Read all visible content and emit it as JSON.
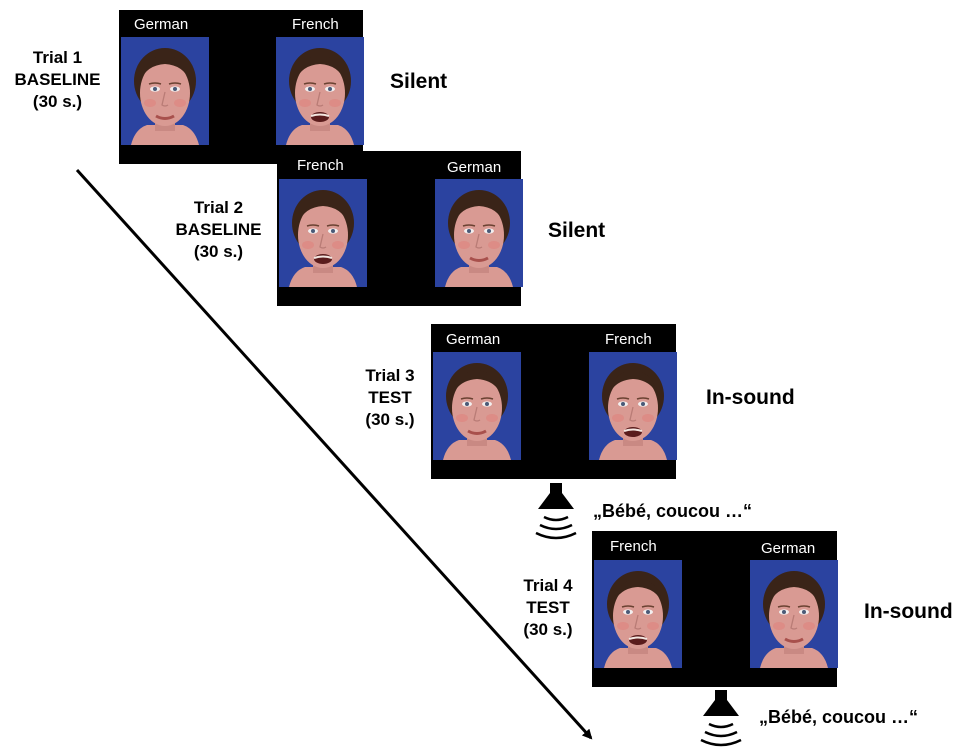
{
  "trials": [
    {
      "title": "Trial 1",
      "type": "BASELINE",
      "duration": "(30 s.)",
      "left_label": "German",
      "right_label": "French",
      "left_mouth": "closed",
      "right_mouth": "open",
      "condition": "Silent",
      "quote": ""
    },
    {
      "title": "Trial 2",
      "type": "BASELINE",
      "duration": "(30 s.)",
      "left_label": "French",
      "right_label": "German",
      "left_mouth": "open",
      "right_mouth": "closed",
      "condition": "Silent",
      "quote": ""
    },
    {
      "title": "Trial 3",
      "type": "TEST",
      "duration": "(30 s.)",
      "left_label": "German",
      "right_label": "French",
      "left_mouth": "closed",
      "right_mouth": "open",
      "condition": "In-sound",
      "quote": "„Bébé, coucou …“"
    },
    {
      "title": "Trial 4",
      "type": "TEST",
      "duration": "(30 s.)",
      "left_label": "French",
      "right_label": "German",
      "left_mouth": "open",
      "right_mouth": "closed",
      "condition": "In-sound",
      "quote": "„Bébé, coucou …“"
    }
  ],
  "colors": {
    "face_background": "#2b43a0",
    "skin": "#d99a93",
    "hair": "#3a2418",
    "screen": "#000000"
  },
  "icons": {
    "speaker": "loudspeaker-icon",
    "arrow": "time-arrow"
  }
}
